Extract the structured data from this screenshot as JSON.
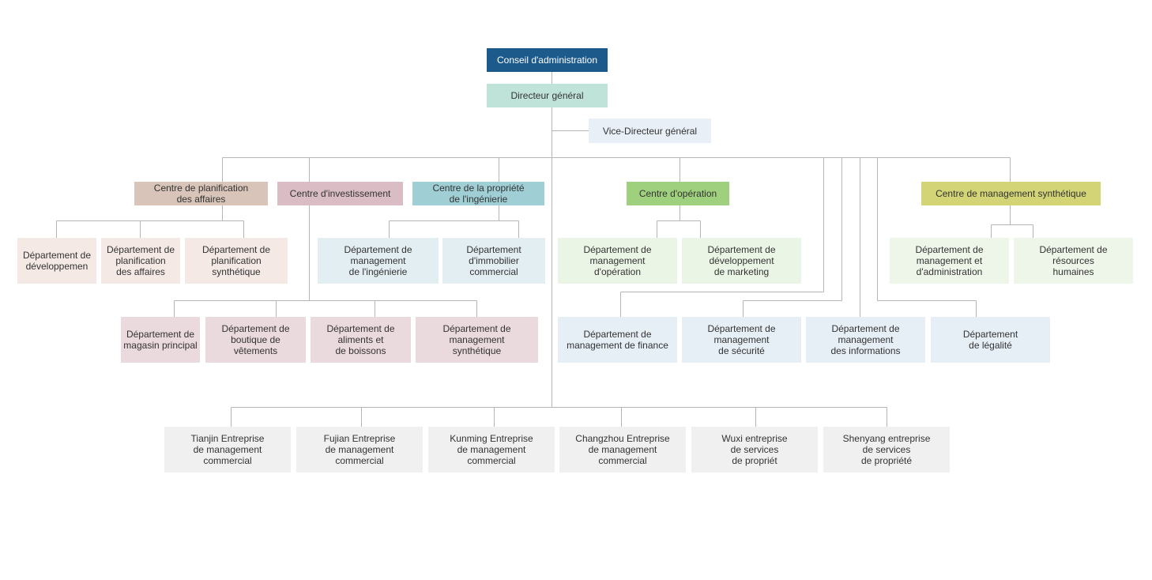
{
  "board": "Conseil d'administration",
  "director": "Directeur général",
  "vice_director": "Vice-Directeur général",
  "centers": {
    "planning": "Centre de planification\ndes affaires",
    "investment": "Centre d'investissement",
    "engineering": "Centre de la propriété\nde l'ingénierie",
    "operation": "Centre d'opération",
    "synthetic": "Centre de management synthétique"
  },
  "planning_depts": [
    "Département de\ndéveloppemen",
    "Département de\nplanification\ndes affaires",
    "Département de\nplanification\nsynthétique"
  ],
  "engineering_depts": [
    "Département de\nmanagement\nde l'ingénierie",
    "Département\nd'immobilier\ncommercial"
  ],
  "operation_depts": [
    "Département de\nmanagement\nd'opération",
    "Département de\ndéveloppement\nde marketing"
  ],
  "synthetic_depts": [
    "Département de\nmanagement et\nd'administration",
    "Département de\nrésources\nhumaines"
  ],
  "investment_depts": [
    "Département de\nmagasin principal",
    "Département de\nboutique de\nvêtements",
    "Département de\naliments et\nde boissons",
    "Département de\nmanagement\nsynthétique"
  ],
  "central_depts": [
    "Département de\nmanagement de finance",
    "Département de\nmanagement\nde sécurité",
    "Département de\nmanagement\ndes informations",
    "Département\nde légalité"
  ],
  "enterprises": [
    "Tianjin Entreprise\nde management\ncommercial",
    "Fujian Entreprise\nde management\ncommercial",
    "Kunming Entreprise\nde management\ncommercial",
    "Changzhou Entreprise\nde management\ncommercial",
    "Wuxi entreprise\nde services\nde propriét",
    "Shenyang entreprise\nde services\nde propriété"
  ],
  "colors": {
    "board": "#1d5a8c",
    "director": "#bfe3d8",
    "line": "#b5b5b5"
  }
}
